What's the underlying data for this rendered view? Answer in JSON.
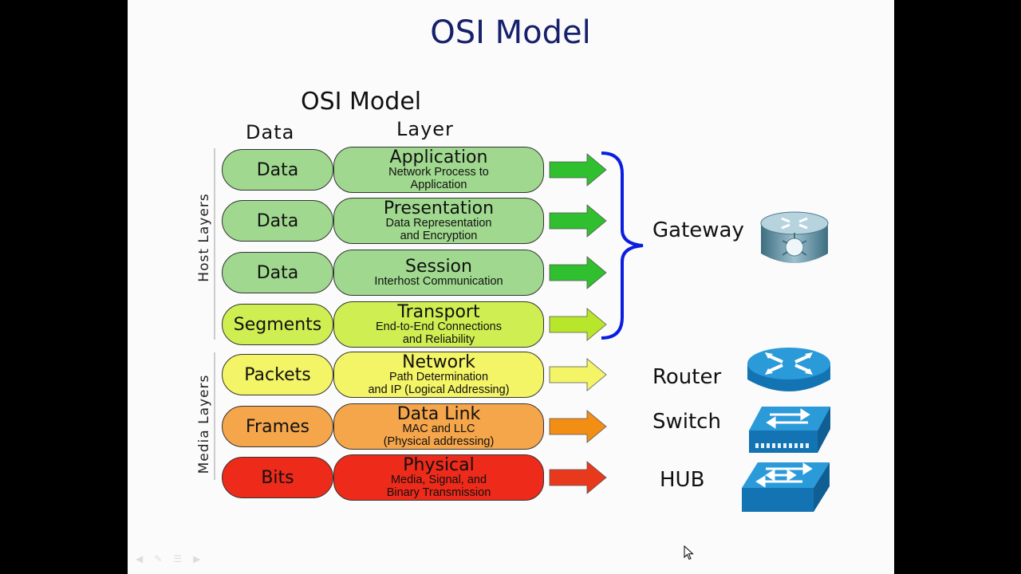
{
  "slide_title": "OSI Model",
  "diagram": {
    "title": "OSI Model",
    "col_data": "Data",
    "col_layer": "Layer",
    "group_host": "Host Layers",
    "group_media": "Media Layers",
    "rows": [
      {
        "data": "Data",
        "layer": "Application",
        "desc1": "Network Process to",
        "desc2": "Application",
        "color": "#9fd88e",
        "arrow": "#2fbf2f"
      },
      {
        "data": "Data",
        "layer": "Presentation",
        "desc1": "Data Representation",
        "desc2": "and Encryption",
        "color": "#9fd88e",
        "arrow": "#2fbf2f"
      },
      {
        "data": "Data",
        "layer": "Session",
        "desc1": "Interhost Communication",
        "desc2": "",
        "color": "#9fd88e",
        "arrow": "#2fbf2f"
      },
      {
        "data": "Segments",
        "layer": "Transport",
        "desc1": "End-to-End Connections",
        "desc2": "and Reliability",
        "color": "#cfee52",
        "arrow": "#b8e62a"
      },
      {
        "data": "Packets",
        "layer": "Network",
        "desc1": "Path Determination",
        "desc2": "and IP (Logical Addressing)",
        "color": "#f3f466",
        "arrow": "#f3f466"
      },
      {
        "data": "Frames",
        "layer": "Data Link",
        "desc1": "MAC and LLC",
        "desc2": "(Physical addressing)",
        "color": "#f5a54a",
        "arrow": "#f28e14"
      },
      {
        "data": "Bits",
        "layer": "Physical",
        "desc1": "Media, Signal, and",
        "desc2": "Binary Transmission",
        "color": "#ee2a1a",
        "arrow": "#e8391c"
      }
    ],
    "devices": {
      "gateway": "Gateway",
      "router": "Router",
      "switch": "Switch",
      "hub": "HUB"
    }
  },
  "colors": {
    "title": "#16206b",
    "bracket": "#0a1ee0",
    "device_blue": "#1b86c9"
  }
}
